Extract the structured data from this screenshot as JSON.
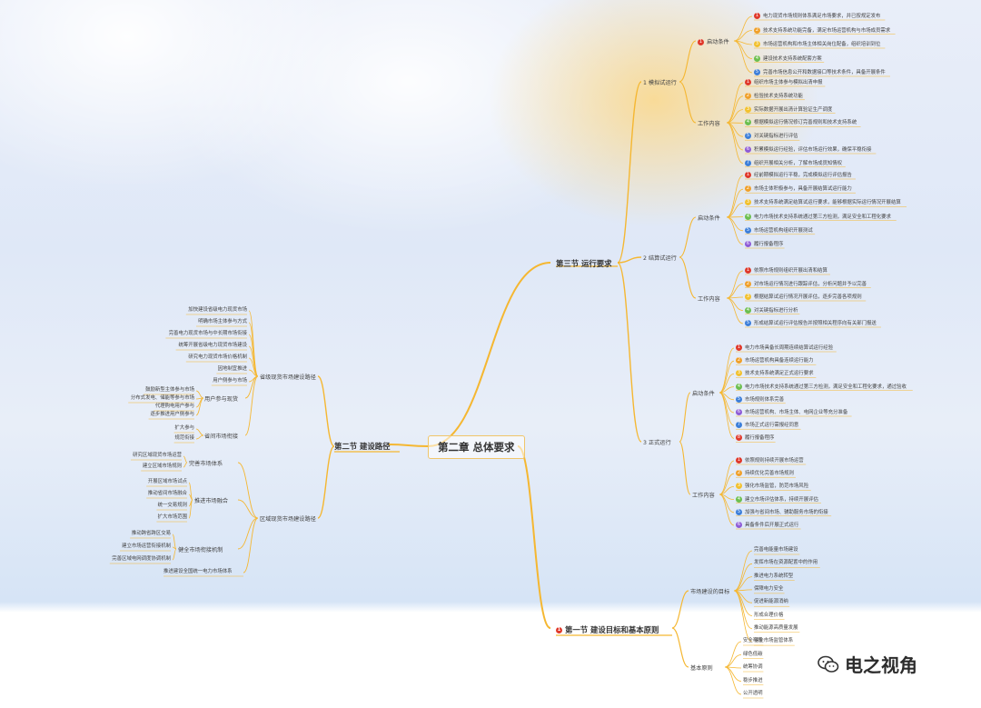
{
  "root": {
    "title": "第二章 总体要求"
  },
  "watermark": {
    "text": "电之视角",
    "icon": "wechat-icon"
  },
  "colors": {
    "line": "#f5b731",
    "red": "#e0392b",
    "orange": "#f0a02a",
    "yellow": "#f2c12e",
    "green": "#6cbf4f",
    "blue": "#3d7fd9",
    "purple": "#8e5bd6"
  },
  "sections": {
    "s3": {
      "title": "第三节 运行要求"
    },
    "s2": {
      "title": "第二节 建设路径"
    },
    "s1": {
      "title": "第一节 建设目标和基本原则"
    }
  },
  "s3_groups": {
    "g1": "1 模拟试运行",
    "g2": "2 结算试运行",
    "g3": "3 正式运行",
    "g1a": "启动条件",
    "g1b": "工作内容",
    "g2a": "启动条件",
    "g2b": "工作内容",
    "g3a": "启动条件",
    "g3b": "工作内容"
  },
  "g1a_items": [
    "电力现货市场规则体系满足市场要求，并已按规定发布",
    "技术支持系统功能完备，满足市场运营机构与市场成员需求",
    "市场运营机构和市场主体相关岗位配备，组织培训到位",
    "建设技术支持系统配套方案",
    "完善市场信息公开和数据接口等技术条件，具备开展条件"
  ],
  "g1b_items": [
    "组织市场主体参与模拟出清申报",
    "检验技术支持系统功能",
    "实际数据开展出清计算验证生产调度",
    "根据模拟运行情况修订完善规则和技术支持系统",
    "对关键指标进行评估",
    "积累模拟运行经验，评估市场运行效果，确保平稳衔接",
    "组织开展相关分析，了解市场成员知情权"
  ],
  "g2a_items": [
    "经前期模拟运行平稳，完成模拟运行评估报告",
    "市场主体积极参与，具备开展结算试运行能力",
    "技术支持系统满足结算试运行要求，能够根据实际运行情况开展结算",
    "电力市场技术支持系统通过第三方检测，满足安全和工程化要求",
    "市场运营机构组织开展测试",
    "履行报备程序"
  ],
  "g2b_items": [
    "依照市场规则组织开展出清和结算",
    "对市场运行情况进行跟踪评估，分析问题并予以完善",
    "根据结算试运行情况开展评估，逐步完善各项规则",
    "对关键指标进行分析",
    "形成结算试运行评估报告并按照相关程序向有关部门报送"
  ],
  "g3a_items": [
    "电力市场具备长周期连续结算试运行经验",
    "市场运营机构具备连续运行能力",
    "技术支持系统满足正式运行要求",
    "电力市场技术支持系统通过第三方检测，满足安全和工程化要求，通过验收",
    "市场规则体系完善",
    "市场运营机构、市场主体、电网企业等充分准备",
    "市场正式运行需报经同意",
    "履行报备程序"
  ],
  "g3b_items": [
    "依照规则持续开展市场运营",
    "持续优化完善市场规则",
    "强化市场监管，防范市场风险",
    "建立市场评估体系，持续开展评估",
    "加强与省间市场、辅助服务市场的衔接",
    "具备条件后开展正式运行"
  ],
  "s2_groups": {
    "a": "省级现货市场建设路径",
    "a1": "用户参与现货",
    "a2": "省间市场衔接",
    "b": "区域现货市场建设路径",
    "b1": "完善市场体系",
    "b2": "推进市场融合",
    "b3": "健全市场衔接机制"
  },
  "s2a_items": [
    "加快建设省级电力现货市场",
    "明确市场主体参与方式",
    "完善电力现货市场与中长期市场衔接",
    "统筹开展省级电力现货市场建设",
    "研究电力现货市场价格机制",
    "因地制宜推进",
    "用户侧参与市场"
  ],
  "s2a1_items": [
    "鼓励新型主体参与市场",
    "分布式发电、储能等参与市场",
    "代理购电用户参与",
    "逐步推进用户侧参与"
  ],
  "s2a2_items": [
    "扩大参与",
    "规范衔接"
  ],
  "s2b1_items": [
    "研究区域现货市场运营",
    "建立区域市场规则"
  ],
  "s2b2_items": [
    "开展区域市场试点",
    "推动省间市场融合",
    "统一交易规则",
    "扩大市场范围"
  ],
  "s2b3_items": [
    "推动跨省跨区交易",
    "建立市场运营衔接机制",
    "完善区域电网调度协调机制"
  ],
  "s2b4_item": "推进建设全国统一电力市场体系",
  "s1_groups": {
    "a": "市场建设的目标",
    "b": "基本原则"
  },
  "s1a_items": [
    "完善电能量市场建设",
    "发挥市场在资源配置中的作用",
    "推进电力系统转型",
    "保障电力安全",
    "促进新能源消纳",
    "形成合理价格",
    "推动能源高质量发展",
    "健全市场监管体系"
  ],
  "s1b_items": [
    "安全可靠",
    "绿色低碳",
    "统筹协调",
    "稳步推进",
    "公开透明"
  ]
}
